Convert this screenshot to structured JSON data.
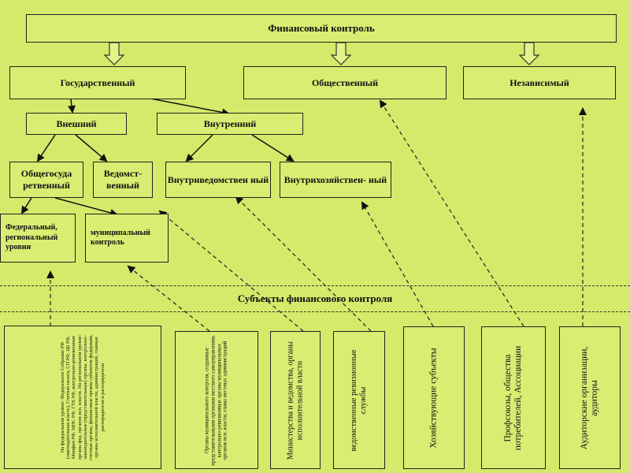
{
  "top": "Финансовый контроль",
  "level1": {
    "state": "Государственный",
    "public": "Общественный",
    "independent": "Независимый"
  },
  "level2": {
    "external": "Внешний",
    "internal": "Внутренний"
  },
  "level3": {
    "general_state": "Общегосуда ретвенный",
    "departmental": "Ведомст- венный",
    "intradepartmental": "Внутриведомствен ный",
    "intraeconomic": "Внутрихозяйствен- ный"
  },
  "level4": {
    "federal_regional": "Федеральный, региональный уровни",
    "municipal": "муниципальный контроль"
  },
  "subjects_title": "Субъекты финансового контроля",
  "subjects": {
    "s1": "На федеральном уровне: Федеральное Собрание РФ (законодательная власть), Счетная палата, СП РФ, ЦБ РФ, Минфин РФ, МНС РФ, ГТК РФ, контрольно-ревизионные органы фед. органов исп. власти. На региональном уровне: законодательные (представительные) органы, контрольно-счетные органы, финансовые органы субъектов федерации, органы исполнительной власти, администраций, главные распорядители и распорядители",
    "s2": "Органы муниципального контроля, созданные представительными органами местного самоуправления, контрольно-ревизионные органы муниципальных органов исп. власти, главы местных администраций",
    "s3": "Министерства и ведомства, органы исполнительной власти",
    "s4": "ведомственные ревизионные службы",
    "s5": "Хозяйствующие субъекты",
    "s6": "Профсоюзы, общества потребителей, Ассоциации",
    "s7": "Аудиторские организации, аудиторы"
  }
}
